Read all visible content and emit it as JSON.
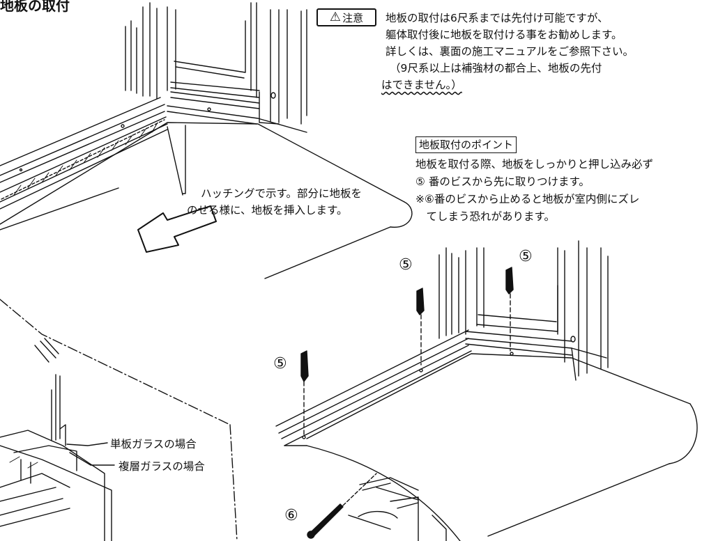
{
  "title": "地板の取付",
  "caution": {
    "label": "注意",
    "icon": "warning-triangle-icon",
    "lines": [
      "地板の取付は6尺系までは先付け可能ですが、",
      "軀体取付後に地板を取付ける事をお勧めします。",
      "詳しくは、裏面の施工マニュアルをご参照下さい。",
      "（9尺系以上は補強材の都合上、地板の先付",
      "はできません。）"
    ]
  },
  "points": {
    "heading": "地板取付のポイント",
    "lines": [
      "地板を取付る際、地板をしっかりと押し込み必ず",
      "⑤ 番のビスから先に取りつけます。",
      "※⑥番のビスから止めると地板が室内側にズレ",
      "　てしまう恐れがあります。"
    ]
  },
  "hatch_note": {
    "lines": [
      "ハッチングで示す。部分に地板を",
      "のせる様に、地板を挿入します。"
    ]
  },
  "glass_labels": {
    "single": "単板ガラスの場合",
    "double": "複層ガラスの場合"
  },
  "screw_labels": {
    "five": "⑤",
    "six": "⑥"
  }
}
